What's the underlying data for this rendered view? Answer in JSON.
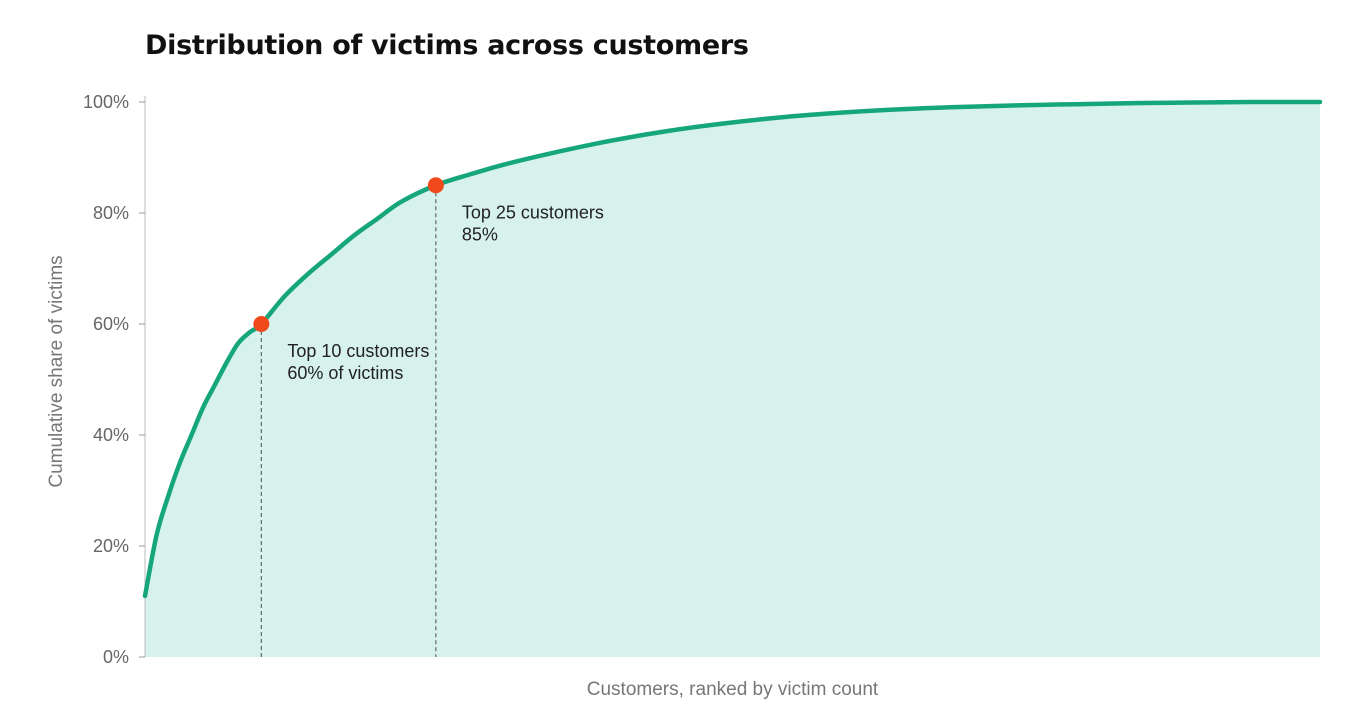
{
  "chart_data": {
    "type": "area",
    "title": "Distribution of victims across customers",
    "xlabel": "Customers, ranked by victim count",
    "ylabel": "Cumulative share of victims",
    "y_ticks": [
      0,
      20,
      40,
      60,
      80,
      100
    ],
    "y_tick_labels": [
      "0%",
      "20%",
      "40%",
      "60%",
      "80%",
      "100%"
    ],
    "ylim": [
      0,
      100
    ],
    "xlim": [
      0,
      101
    ],
    "grid": false,
    "x_ticks_visible": false,
    "series": [
      {
        "x": [
          0,
          1,
          2,
          3,
          4,
          5,
          6,
          7,
          8,
          9,
          10,
          12,
          14,
          16,
          18,
          20,
          22,
          25,
          28,
          31,
          35,
          40,
          45,
          50,
          55,
          60,
          65,
          70,
          75,
          80,
          85,
          90,
          95,
          101
        ],
        "y": [
          11,
          22,
          29,
          35,
          40,
          45,
          49,
          53,
          56.5,
          58.5,
          60,
          65,
          69,
          72.5,
          76,
          79,
          82,
          85,
          87,
          88.8,
          90.8,
          93,
          94.8,
          96.2,
          97.3,
          98.1,
          98.7,
          99.1,
          99.4,
          99.6,
          99.8,
          99.9,
          100,
          100
        ]
      }
    ],
    "annotations": [
      {
        "x": 10,
        "y": 60,
        "lines": [
          "Top 10 customers",
          "60% of victims"
        ]
      },
      {
        "x": 25,
        "y": 85,
        "lines": [
          "Top 25 customers",
          "85%"
        ]
      }
    ],
    "colors": {
      "line": "#16a67c",
      "fill": "#d7f2ec",
      "marker": "#f04a1c",
      "guide": "#666666"
    }
  }
}
